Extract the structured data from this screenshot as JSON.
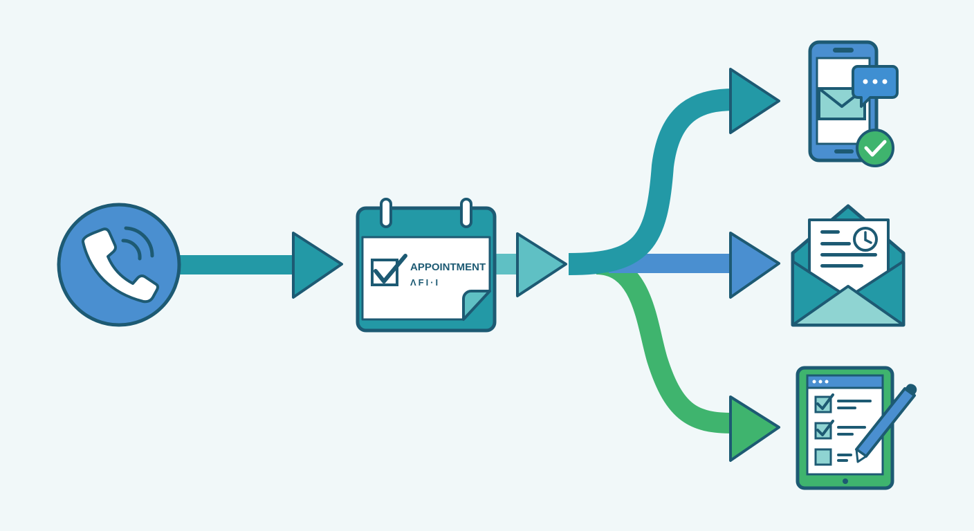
{
  "colors": {
    "background": "#f1f8f9",
    "outline": "#1d5a73",
    "teal": "#2399a6",
    "teal_light": "#5fc0c4",
    "blue": "#4a8fd0",
    "green": "#3fb46e",
    "paper": "#ffffff",
    "envelope_light": "#8fd4d2",
    "chat_blue": "#3f8fd2"
  },
  "nodes": {
    "phone_call": {
      "icon": "phone-call-icon"
    },
    "calendar": {
      "icon": "calendar-icon",
      "label": "APPOINTMENT",
      "sublabel": "ΛFI·I"
    },
    "sms_confirmation": {
      "icon": "smartphone-message-icon"
    },
    "email_confirmation": {
      "icon": "email-letter-icon"
    },
    "intake_form": {
      "icon": "tablet-checklist-icon"
    }
  },
  "edges": [
    {
      "from": "phone_call",
      "to": "calendar"
    },
    {
      "from": "calendar",
      "to": "sms_confirmation"
    },
    {
      "from": "calendar",
      "to": "email_confirmation"
    },
    {
      "from": "calendar",
      "to": "intake_form"
    }
  ]
}
